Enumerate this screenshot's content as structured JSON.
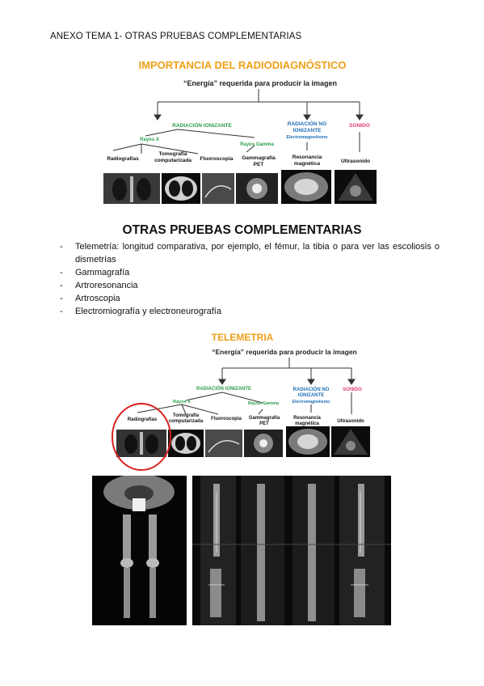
{
  "header": "ANEXO TEMA 1- OTRAS PRUEBAS COMPLEMENTARIAS",
  "figure1": {
    "title": "IMPORTANCIA DEL RADIODIAGNÓSTICO",
    "energy": "“Energía” requerida para producir la imagen",
    "cat_ionizing": "RADIACIÓN IONIZANTE",
    "cat_nonionizing_1": "RADIACIÓN NO",
    "cat_nonionizing_2": "IONIZANTE",
    "cat_sound": "SONIDO",
    "sub_xray": "Rayos X",
    "sub_gamma": "Rayos Gamma",
    "sub_em": "Electromagnetismo",
    "leaf_radiografias": "Radiografías",
    "leaf_tomografia_1": "Tomografía",
    "leaf_tomografia_2": "computarizada",
    "leaf_fluoroscopia": "Fluoroscopia",
    "leaf_gammagrafia_1": "Gammagrafía",
    "leaf_gammagrafia_2": "PET",
    "leaf_resonancia_1": "Resonancia",
    "leaf_resonancia_2": "magnética",
    "leaf_ultrasonido": "Ultrasonido",
    "colors": {
      "title": "#f0a019",
      "ionizing": "#2a9d4a",
      "nonionizing": "#1f6fb5",
      "sound": "#e0407a"
    }
  },
  "section": {
    "title": "OTRAS PRUEBAS COMPLEMENTARIAS",
    "dash": "-",
    "items": [
      "Telemetría: longitud comparativa, por ejemplo, el fémur, la tibia o para ver las escoliosis o dismetrías",
      "Gammagrafía",
      "Artroresonancia",
      "Artroscopia",
      "Electromiografía y electroneurografía"
    ]
  },
  "figure2": {
    "title": "TELEMETRIA",
    "energy": "“Energía” requerida para producir la imagen",
    "cat_ionizing": "RADIACIÓN IONIZANTE",
    "cat_nonionizing_1": "RADIACIÓN NO",
    "cat_nonionizing_2": "IONIZANTE",
    "cat_sound": "SONIDO",
    "sub_xray": "Rayos X",
    "sub_gamma": "Rayos Gamma",
    "sub_em": "Electromagnetismo",
    "leaf_radiografias": "Radiografías",
    "leaf_tomografia_1": "Tomografía",
    "leaf_tomografia_2": "computarizada",
    "leaf_fluoroscopia": "Fluoroscopia",
    "leaf_gammagrafia_1": "Gammagrafía",
    "leaf_gammagrafia_2": "PET",
    "leaf_resonancia_1": "Resonancia",
    "leaf_resonancia_2": "magnética",
    "leaf_ultrasonido": "Ultrasonido",
    "highlight_color": "#d8201e"
  }
}
